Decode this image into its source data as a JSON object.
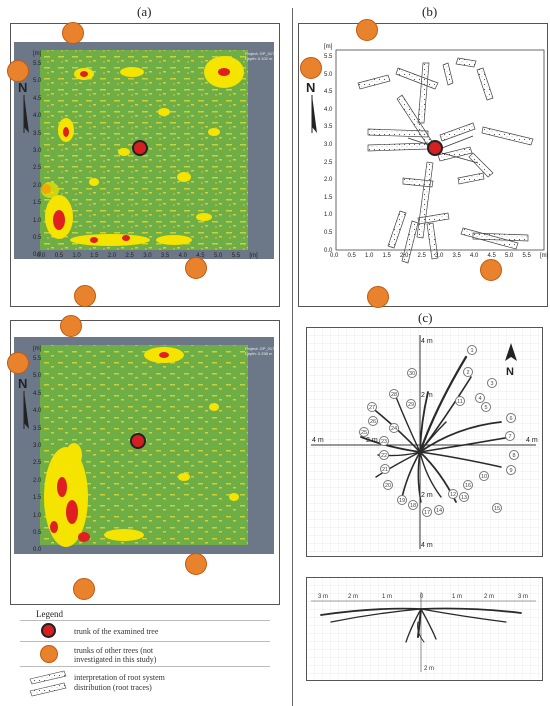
{
  "panels": {
    "a": "(a)",
    "b": "(b)",
    "c": "(c)"
  },
  "gpr_top": {
    "project": "Project: GP_017",
    "depth": "Depth: 0.102 m",
    "x_ticks": [
      "0.0",
      "0.5",
      "1.0",
      "1.5",
      "2.0",
      "2.5",
      "3.0",
      "3.5",
      "4.0",
      "4.5",
      "5.0",
      "5.5",
      "[m]"
    ],
    "y_ticks": [
      "5.5",
      "5.0",
      "4.5",
      "4.0",
      "3.5",
      "3.0",
      "2.5",
      "2.0",
      "1.5",
      "1.0",
      "0.5",
      "0.0"
    ],
    "y_unit": "[m]",
    "north": "N"
  },
  "gpr_bottom": {
    "project": "Project: GP_017",
    "depth": "Depth: 0.298 m",
    "x_ticks": [
      "0.0",
      "0.5",
      "1.0",
      "1.5",
      "2.0",
      "2.5",
      "3.0",
      "3.5",
      "4.0",
      "4.5",
      "5.0",
      "5.5",
      "[m]"
    ],
    "y_ticks": [
      "5.5",
      "5.0",
      "4.5",
      "4.0",
      "3.5",
      "3.0",
      "2.5",
      "2.0",
      "1.5",
      "1.0",
      "0.5",
      "0.0"
    ],
    "y_unit": "[m]",
    "north": "N"
  },
  "interp": {
    "x_ticks": [
      "0.0",
      "0.5",
      "1.0",
      "1.5",
      "2.0",
      "2.5",
      "3.0",
      "3.5",
      "4.0",
      "4.5",
      "5.0",
      "5.5",
      "[m]"
    ],
    "y_ticks": [
      "5.5",
      "5.0",
      "4.5",
      "4.0",
      "3.5",
      "3.0",
      "2.5",
      "2.0",
      "1.5",
      "1.0",
      "0.5",
      "0.0"
    ],
    "y_unit": "[m]",
    "north": "N"
  },
  "plan": {
    "top": "4 m",
    "left": "4 m",
    "right": "4 m",
    "bottom": "4 m",
    "mid_up": "2 m",
    "mid_left": "2 m",
    "mid_down": "2 m",
    "north": "N",
    "numbers": [
      "1",
      "2",
      "3",
      "4",
      "5",
      "6",
      "7",
      "8",
      "9",
      "10",
      "11",
      "12",
      "13",
      "14",
      "15",
      "16",
      "17",
      "18",
      "19",
      "20",
      "21",
      "22",
      "23",
      "24",
      "25",
      "26",
      "27",
      "28",
      "29",
      "30"
    ]
  },
  "section": {
    "ticks": [
      "3 m",
      "2 m",
      "1 m",
      "0",
      "1 m",
      "2 m",
      "3 m"
    ],
    "depth": "2 m"
  },
  "legend": {
    "title": "Legend",
    "item1": "trunk of the examined tree",
    "item2_l1": "trunks of other trees (not",
    "item2_l2": "investigated in this study)",
    "item3_l1": "interpretation of root system",
    "item3_l2": "distribution (root traces)"
  },
  "colors": {
    "examined": "#d42020",
    "other": "#e8822c",
    "green": "#6fae45",
    "yellow": "#f4e400",
    "red": "#e02020"
  }
}
